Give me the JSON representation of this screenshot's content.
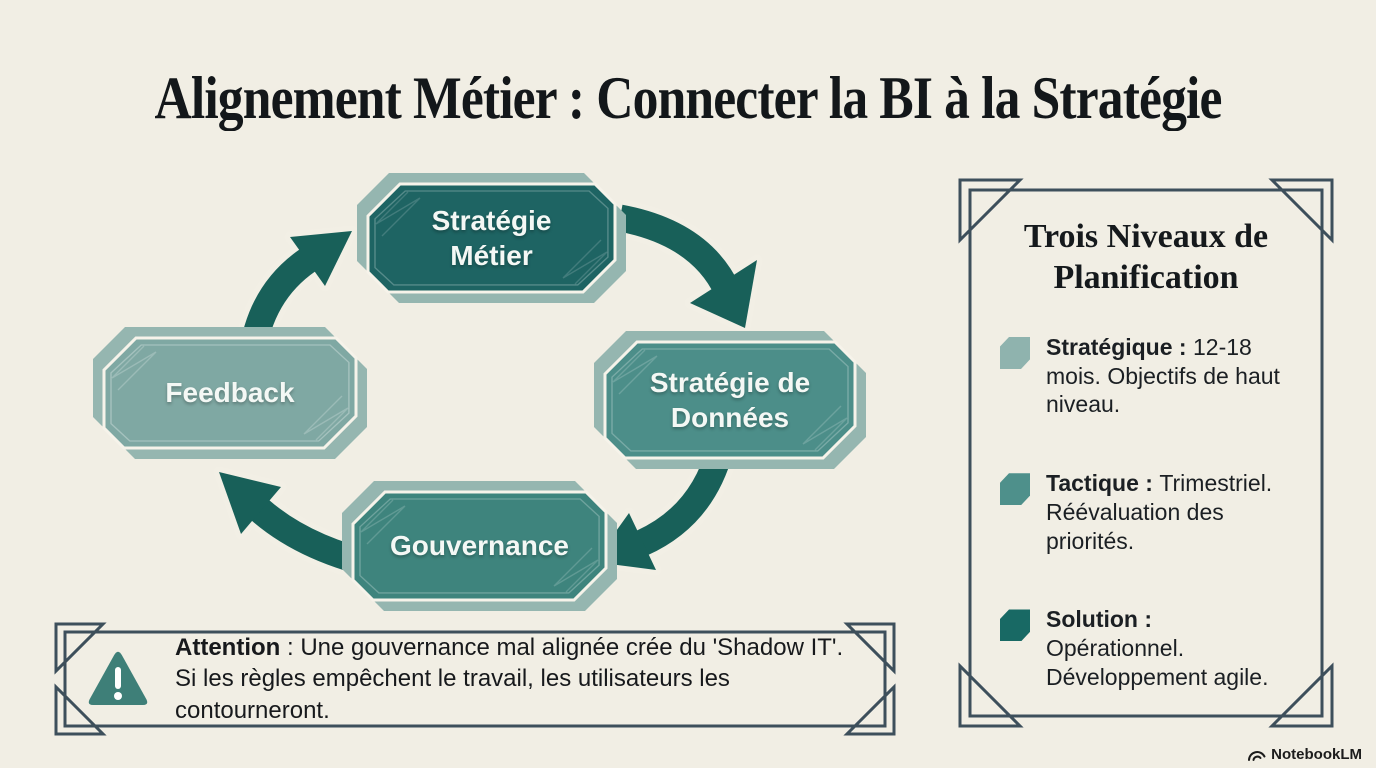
{
  "title": "Alignement Métier : Connecter la BI à la Stratégie",
  "diagram": {
    "arrow_color": "#186059",
    "echo_color": "#95b6b0",
    "outline_color": "#f2efe5",
    "nodes": [
      {
        "id": "strategie-metier",
        "lines": [
          "Stratégie",
          "Métier"
        ],
        "color": "#1e6463"
      },
      {
        "id": "strategie-donnees",
        "lines": [
          "Stratégie de",
          "Données"
        ],
        "color": "#4c8e89"
      },
      {
        "id": "gouvernance",
        "lines": [
          "Gouvernance"
        ],
        "color": "#3e847d"
      },
      {
        "id": "feedback",
        "lines": [
          "Feedback"
        ],
        "color": "#7fa8a3"
      }
    ]
  },
  "panel": {
    "title": "Trois Niveaux de Planification",
    "separator": " : ",
    "frame_color": "#3d4f5b",
    "items": [
      {
        "label": "Stratégique",
        "text": "12-18 mois. Objectifs de haut niveau.",
        "color": "#8fb3ae"
      },
      {
        "label": "Tactique",
        "text": "Trimestriel. Réévaluation des priorités.",
        "color": "#4e908b"
      },
      {
        "label": "Solution",
        "text": "Opérationnel. Développement agile.",
        "color": "#186964"
      }
    ]
  },
  "warning": {
    "label": "Attention",
    "separator": " : ",
    "text": "Une gouvernance mal alignée crée du 'Shadow IT'. Si les règles empêchent le travail, les utilisateurs les contourneront.",
    "icon_color": "#3e7f78"
  },
  "footer": {
    "brand": "NotebookLM"
  }
}
